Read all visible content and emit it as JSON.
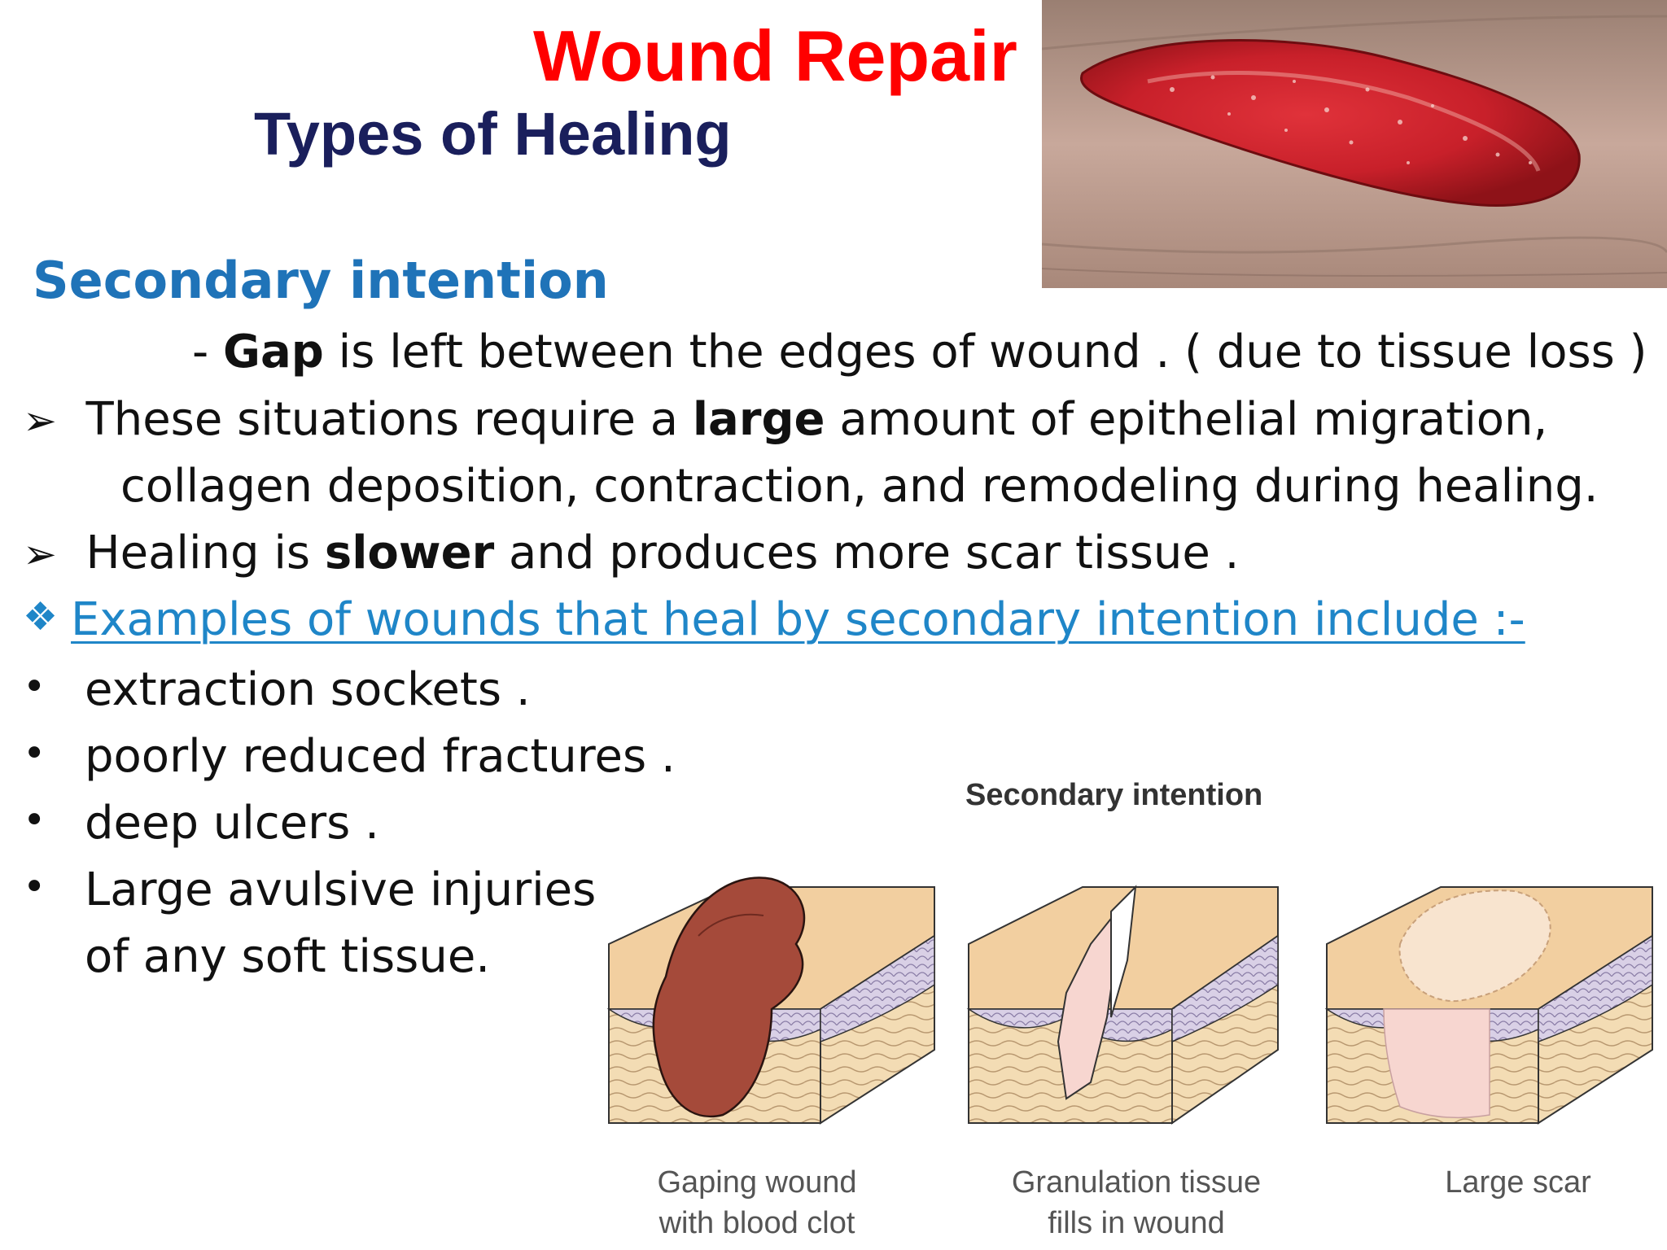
{
  "slide": {
    "title": "Wound Repair",
    "subtitle": "Types of Healing",
    "section_heading": "Secondary intention",
    "gap_line": {
      "prefix": "- ",
      "bold": "Gap",
      "rest": " is left between the edges of wound . ( due to tissue loss )"
    },
    "bullets": [
      {
        "pre": "These situations require a ",
        "bold": "large",
        "post": " amount of epithelial migration,",
        "continuation": "collagen deposition, contraction, and remodeling during healing."
      },
      {
        "pre": "Healing is ",
        "bold": "slower",
        "post": " and produces more scar tissue ."
      }
    ],
    "examples_heading": "Examples of wounds that heal by secondary intention include :-",
    "examples": [
      "extraction sockets .",
      "poorly reduced fractures .",
      "deep ulcers .",
      "Large avulsive injuries",
      "of any soft tissue."
    ]
  },
  "diagram": {
    "title": "Secondary intention",
    "panels": [
      {
        "caption_line1": "Gaping wound",
        "caption_line2": "with blood clot"
      },
      {
        "caption_line1": "Granulation tissue",
        "caption_line2": "fills in wound"
      },
      {
        "caption_line1": "Large scar",
        "caption_line2": ""
      }
    ]
  },
  "colors": {
    "title": "#ff0000",
    "subtitle": "#1a1f5c",
    "section_heading": "#1f73b8",
    "examples_heading": "#1f86c8",
    "skin_top": "#f2cfa0",
    "blood_clot": "#a54a3a",
    "granulation": "#f7d6d0"
  },
  "icons": {
    "bullet_arrow": "arrowhead-icon",
    "examples_marker": "four-diamond-icon",
    "list_bullet": "dot-icon"
  }
}
